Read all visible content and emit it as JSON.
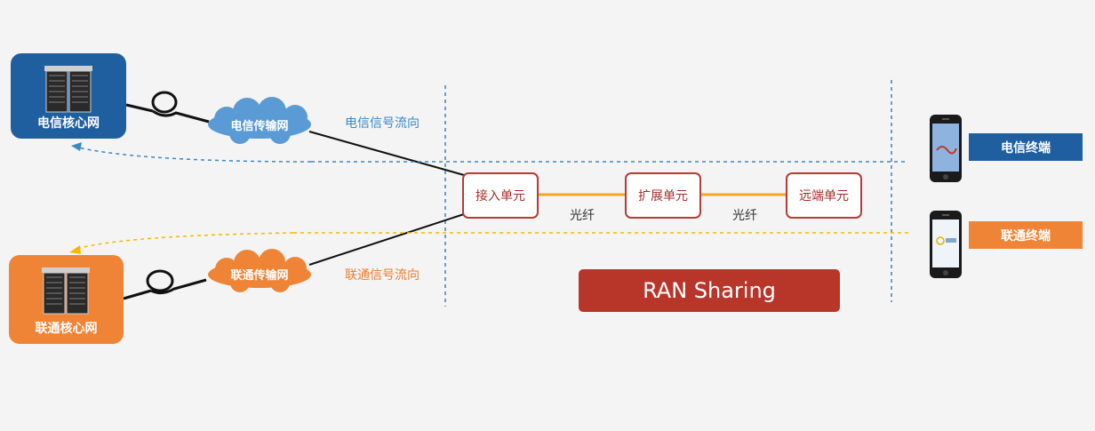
{
  "core_networks": {
    "telecom": "电信核心网",
    "unicom": "联通核心网"
  },
  "transport_clouds": {
    "telecom": "电信传输网",
    "unicom": "联通传输网"
  },
  "signal_flows": {
    "telecom": "电信信号流向",
    "unicom": "联通信号流向"
  },
  "units": {
    "access": "接入单元",
    "expand": "扩展单元",
    "remote": "远端单元"
  },
  "fiber_label": "光纤",
  "terminals": {
    "telecom": "电信终端",
    "unicom": "联通终端"
  },
  "banner": "RAN Sharing",
  "colors": {
    "telecom_blue": "#1f5fa0",
    "unicom_orange": "#f08436",
    "unit_red": "#b83a35",
    "banner_red": "#b8352a",
    "fiber_orange": "#f5a623",
    "cloud_blue": "#5b9bd5"
  }
}
